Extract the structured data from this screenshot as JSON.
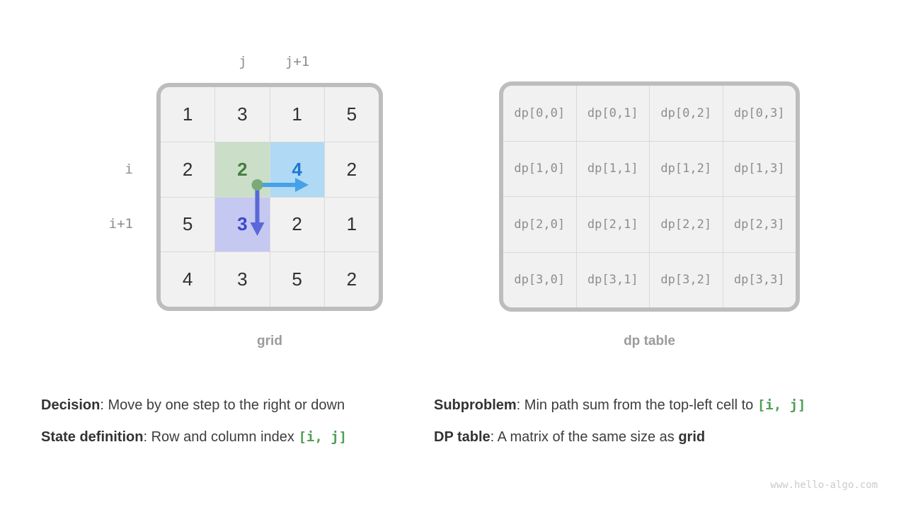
{
  "grid_panel": {
    "caption": "grid",
    "top_labels": [
      "j",
      "j+1"
    ],
    "side_labels": [
      "i",
      "i+1"
    ],
    "rows": [
      [
        "1",
        "3",
        "1",
        "5"
      ],
      [
        "2",
        "2",
        "4",
        "2"
      ],
      [
        "5",
        "3",
        "2",
        "1"
      ],
      [
        "4",
        "3",
        "5",
        "2"
      ]
    ],
    "highlights": {
      "1-1": "green",
      "1-2": "blue",
      "2-1": "purple"
    }
  },
  "dp_panel": {
    "caption": "dp table",
    "rows": [
      [
        "dp[0,0]",
        "dp[0,1]",
        "dp[0,2]",
        "dp[0,3]"
      ],
      [
        "dp[1,0]",
        "dp[1,1]",
        "dp[1,2]",
        "dp[1,3]"
      ],
      [
        "dp[2,0]",
        "dp[2,1]",
        "dp[2,2]",
        "dp[2,3]"
      ],
      [
        "dp[3,0]",
        "dp[3,1]",
        "dp[3,2]",
        "dp[3,3]"
      ]
    ]
  },
  "notes_left": [
    {
      "label": "Decision",
      "body": ": Move by one step to the right or down",
      "code": ""
    },
    {
      "label": "State definition",
      "body": ": Row and column index ",
      "code": "[i, j]"
    }
  ],
  "notes_right": [
    {
      "label": "Subproblem",
      "body": ": Min path sum from the top-left cell to ",
      "code": "[i, j]",
      "gray_term": ""
    },
    {
      "label": "DP table",
      "body": ": A matrix of the same size as ",
      "code": "",
      "gray_term": "grid"
    }
  ],
  "watermark": "www.hello-algo.com",
  "colors": {
    "cell_bg": "#f1f1f2",
    "cell_border": "#d9d9d9",
    "frame_border": "#bdbdbd",
    "highlight_green_bg": "#cbdfc8",
    "highlight_blue_bg": "#b0d9f5",
    "highlight_purple_bg": "#c5c8f0",
    "green_text": "#467d43",
    "blue_text": "#1b78d2",
    "purple_text": "#3848cf",
    "dot_green": "#78ab78",
    "arrow_right_blue": "#46a1e8",
    "arrow_down_indigo": "#5a68d8",
    "code_green": "#4f9e55",
    "caption_gray": "#9b9b9b",
    "text_dark": "#3d3d3d",
    "watermark_gray": "#cbcbcb"
  }
}
